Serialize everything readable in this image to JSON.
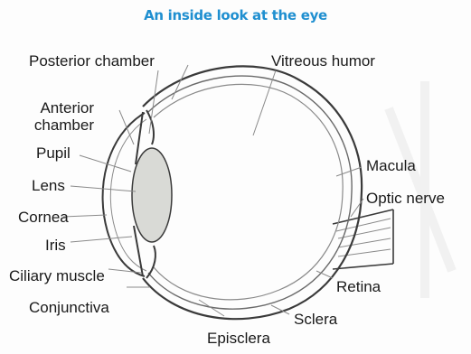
{
  "title": "An inside look at the eye",
  "colors": {
    "title": "#1f8fd0",
    "outline": "#3a3a3a",
    "leader": "#8a8a8a",
    "lens_fill": "#d9dad6"
  },
  "labels": {
    "posterior_chamber": "Posterior chamber",
    "vitreous_humor": "Vitreous humor",
    "anterior_chamber": "Anterior chamber",
    "pupil": "Pupil",
    "lens": "Lens",
    "cornea": "Cornea",
    "iris": "Iris",
    "ciliary_muscle": "Ciliary muscle",
    "conjunctiva": "Conjunctiva",
    "episclera": "Episclera",
    "sclera": "Sclera",
    "retina": "Retina",
    "macula": "Macula",
    "optic_nerve": "Optic nerve"
  }
}
